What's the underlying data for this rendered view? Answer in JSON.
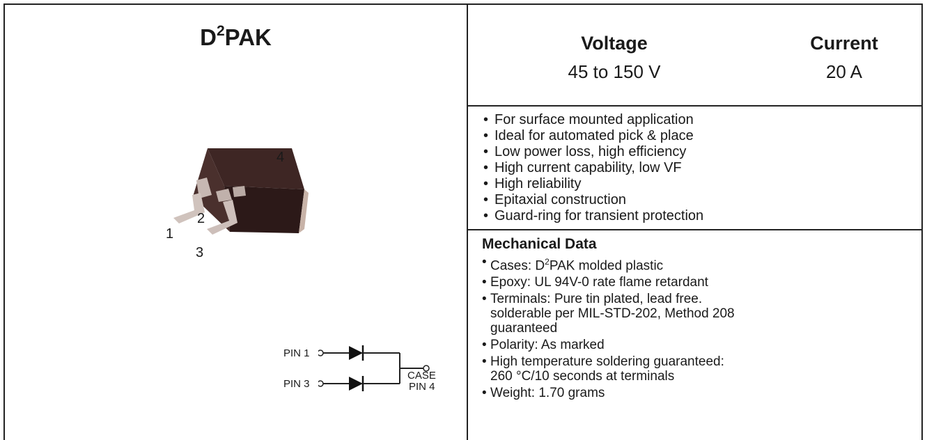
{
  "package": {
    "title_base": "D",
    "title_sup": "2",
    "title_rest": "PAK",
    "pins": [
      "1",
      "2",
      "3",
      "4"
    ]
  },
  "header": {
    "voltage_title": "Voltage",
    "voltage_value": "45 to 150 V",
    "current_title": "Current",
    "current_value": "20 A"
  },
  "features": [
    "For surface mounted application",
    "Ideal for automated pick & place",
    "Low power loss, high efficiency",
    "High current capability, low VF",
    "High reliability",
    "Epitaxial construction",
    "Guard-ring for transient protection"
  ],
  "mechanical": {
    "title": "Mechanical Data",
    "cases_pre": "Cases: D",
    "cases_sup": "2",
    "cases_post": "PAK molded plastic",
    "epoxy": "Epoxy: UL 94V-0 rate flame retardant",
    "terminals_1": "Terminals: Pure tin plated, lead free.",
    "terminals_2": "solderable per MIL-STD-202, Method 208",
    "terminals_3": "guaranteed",
    "polarity": "Polarity: As marked",
    "soldering_1": "High temperature soldering guaranteed:",
    "soldering_2": "260 °C/10 seconds at terminals",
    "weight": "Weight: 1.70 grams"
  },
  "symbol": {
    "pin1": "PIN 1",
    "pin3": "PIN 3",
    "case": "CASE",
    "pin4": "PIN 4"
  }
}
